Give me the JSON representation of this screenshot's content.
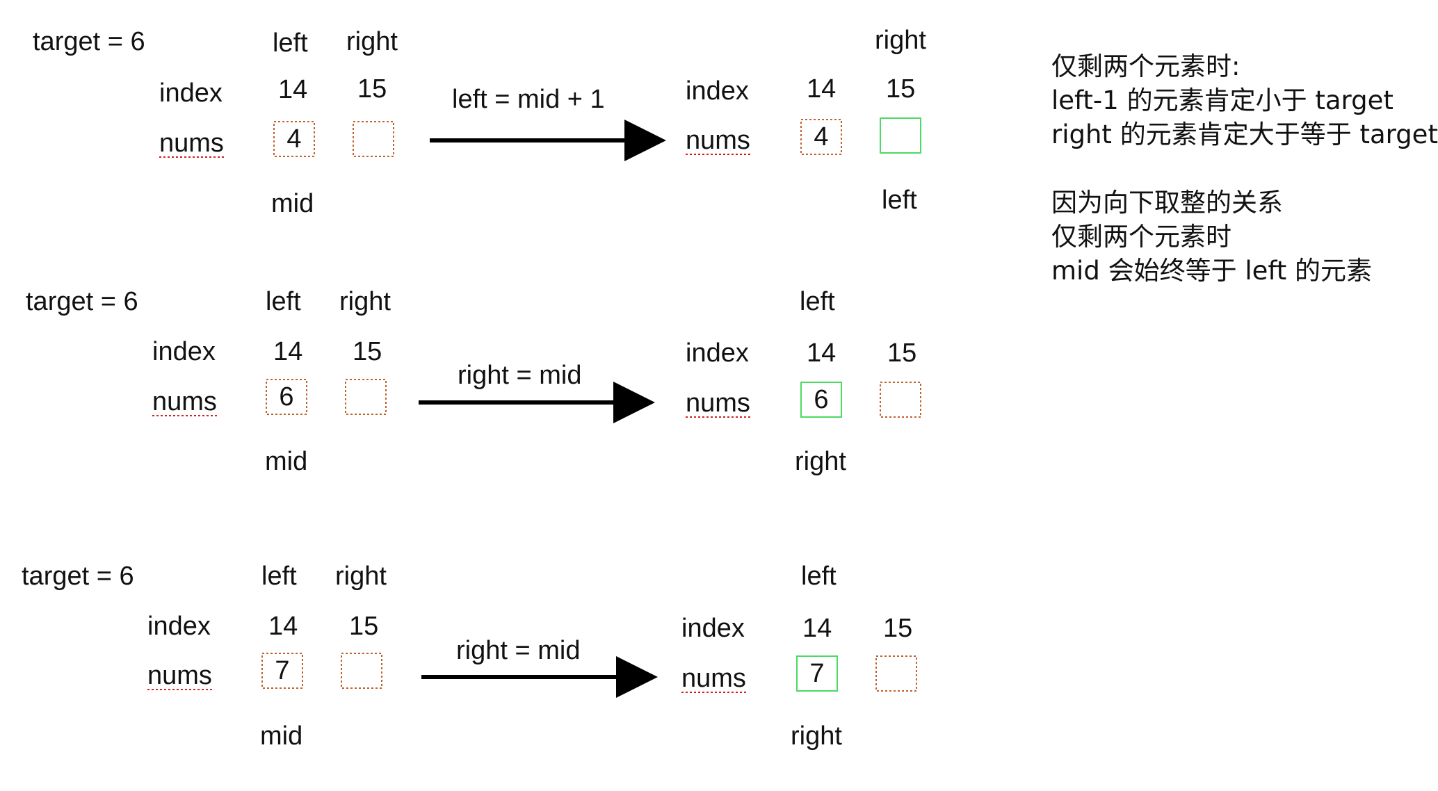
{
  "colors": {
    "dotted_border": "#c0622c",
    "highlight_border": "#4cd964",
    "arrow": "#000000",
    "text": "#111111"
  },
  "rows": [
    {
      "target": "target = 6",
      "before": {
        "left_label": "left",
        "right_label": "right",
        "index_label": "index",
        "nums_label": "nums",
        "index_values": [
          "14",
          "15"
        ],
        "num_values": [
          "4",
          ""
        ],
        "mid_label": "mid"
      },
      "operation": "left = mid + 1",
      "after": {
        "index_label": "index",
        "nums_label": "nums",
        "index_values": [
          "14",
          "15"
        ],
        "num_values": [
          "4",
          ""
        ],
        "top_label": "right",
        "bottom_label": "left"
      }
    },
    {
      "target": "target = 6",
      "before": {
        "left_label": "left",
        "right_label": "right",
        "index_label": "index",
        "nums_label": "nums",
        "index_values": [
          "14",
          "15"
        ],
        "num_values": [
          "6",
          ""
        ],
        "mid_label": "mid"
      },
      "operation": "right = mid",
      "after": {
        "index_label": "index",
        "nums_label": "nums",
        "index_values": [
          "14",
          "15"
        ],
        "num_values": [
          "6",
          ""
        ],
        "top_label": "left",
        "bottom_label": "right"
      }
    },
    {
      "target": "target = 6",
      "before": {
        "left_label": "left",
        "right_label": "right",
        "index_label": "index",
        "nums_label": "nums",
        "index_values": [
          "14",
          "15"
        ],
        "num_values": [
          "7",
          ""
        ],
        "mid_label": "mid"
      },
      "operation": "right = mid",
      "after": {
        "index_label": "index",
        "nums_label": "nums",
        "index_values": [
          "14",
          "15"
        ],
        "num_values": [
          "7",
          ""
        ],
        "top_label": "left",
        "bottom_label": "right"
      }
    }
  ],
  "notes": {
    "lines": [
      "仅剩两个元素时:",
      "left-1 的元素肯定小于 target",
      "right 的元素肯定大于等于 target",
      "",
      "因为向下取整的关系",
      "仅剩两个元素时",
      "mid 会始终等于 left 的元素"
    ]
  }
}
